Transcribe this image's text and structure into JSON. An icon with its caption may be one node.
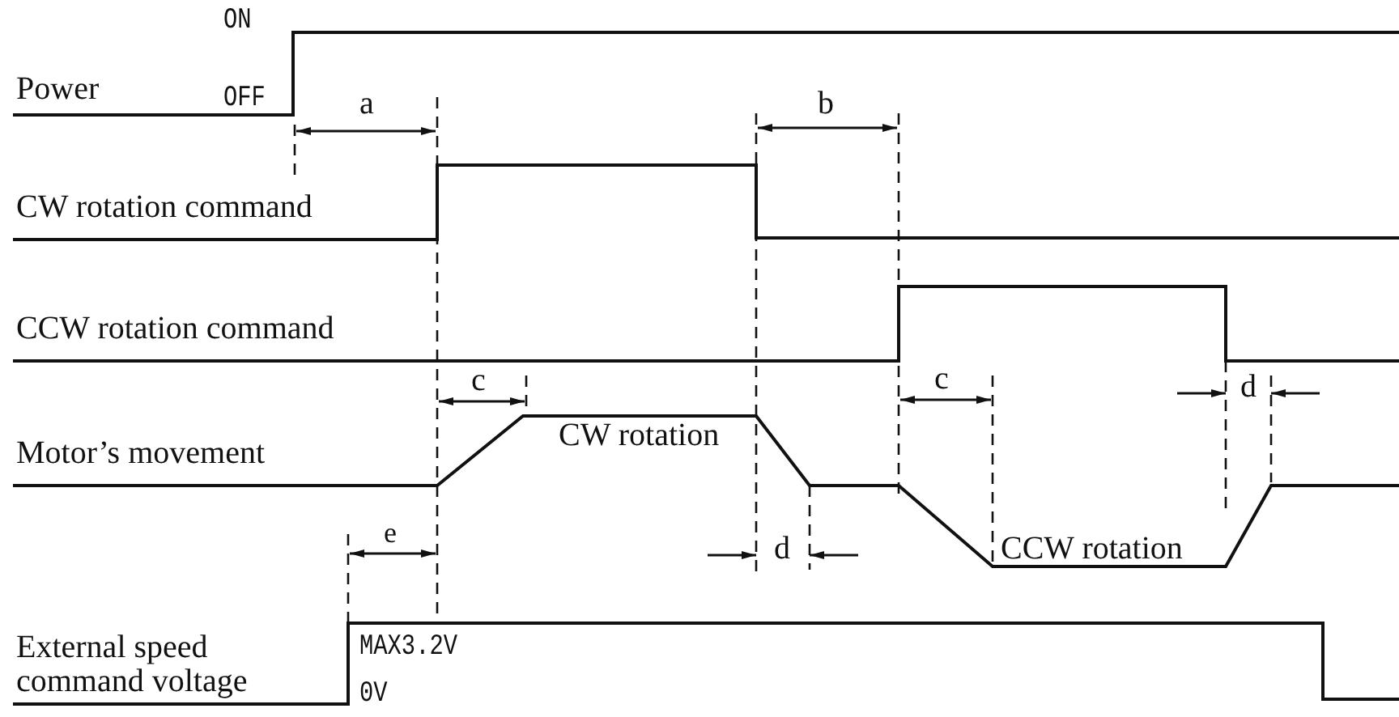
{
  "diagram": {
    "labels": [
      "ON",
      "Power",
      "OFF",
      "a",
      "b",
      "CW rotation command",
      "CCW rotation command",
      "c",
      "c",
      "d",
      "Motor’s movement",
      "CW rotation",
      "d",
      "e",
      "CCW rotation",
      "External speed command voltage",
      "MAX3.2V",
      "0V"
    ]
  }
}
